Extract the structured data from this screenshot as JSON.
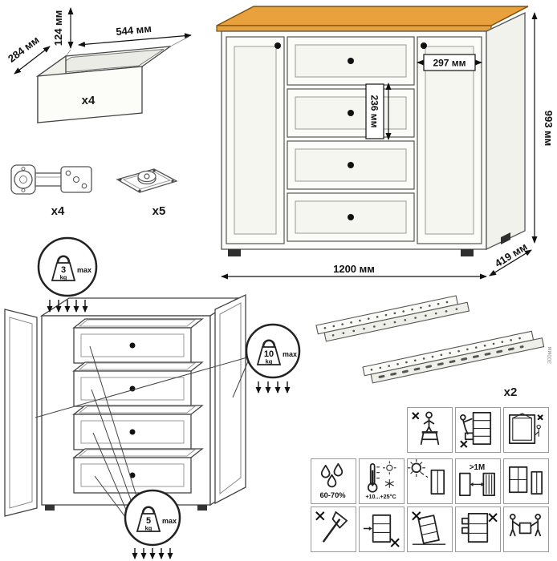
{
  "drawer_box": {
    "height": "124 мм",
    "width": "544 мм",
    "depth": "284 мм",
    "count": "x4"
  },
  "hinge": {
    "count": "x4"
  },
  "foot": {
    "count": "x5"
  },
  "dresser": {
    "height": "993 мм",
    "width": "1200 мм",
    "depth": "419 мм",
    "door_width": "297 мм",
    "drawer_height": "236 мм"
  },
  "load_limits": {
    "top": {
      "value": "3",
      "unit": "kg",
      "label": "max"
    },
    "door": {
      "value": "10",
      "unit": "kg",
      "label": "max"
    },
    "drawer": {
      "value": "5",
      "unit": "kg",
      "label": "max"
    }
  },
  "slides": {
    "count": "x2",
    "length": "300мм"
  },
  "care": {
    "humidity": "60-70%",
    "temperature": "+10...+25°C",
    "distance": ">1M"
  },
  "colors": {
    "wood": "#E8A13C",
    "wood_edge": "#7a5210",
    "line": "#444444",
    "knob": "#111111"
  }
}
